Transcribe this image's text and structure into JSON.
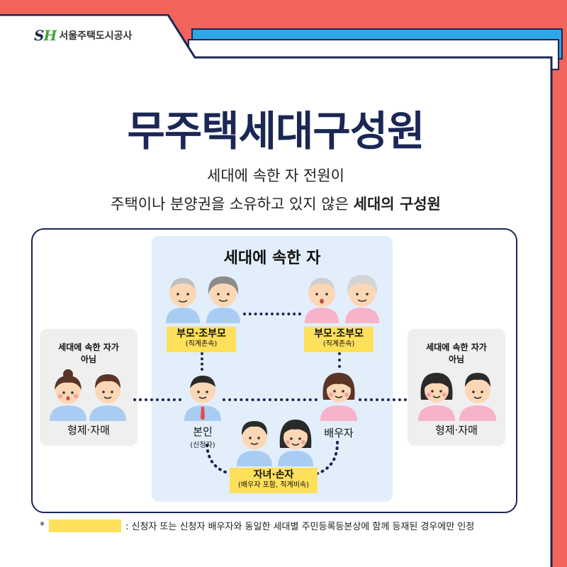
{
  "logo": {
    "mark_s": "S",
    "mark_h": "H",
    "text": "서울주택도시공사"
  },
  "title": "무주택세대구성원",
  "subtitle": {
    "line1": "세대에 속한 자 전원이",
    "line2_prefix": "주택이나 분양권을 소유하고 있지 않은 ",
    "line2_bold": "세대의 구성원"
  },
  "household": {
    "title": "세대에 속한 자"
  },
  "left_group": {
    "title_line1": "세대에 속한 자가",
    "title_line2": "아님",
    "label": "형제·자매"
  },
  "right_group": {
    "title_line1": "세대에 속한 자가",
    "title_line2": "아님",
    "label": "형제·자매"
  },
  "parents_left": {
    "label": "부모·조부모",
    "sub": "(직계존속)"
  },
  "parents_right": {
    "label": "부모·조부모",
    "sub": "(직계존속)"
  },
  "self": {
    "label": "본인",
    "sub": "(신청자)"
  },
  "spouse": {
    "label": "배우자"
  },
  "children": {
    "label": "자녀·손자",
    "sub": "(배우자 포함, 직계비속)"
  },
  "footnote": {
    "star": "*",
    "text": ": 신청자 또는 신청자 배우자와 동일한 세대별 주민등록등본상에 함께 등재된 경우에만 인정"
  },
  "colors": {
    "navy": "#1b2755",
    "highlight": "#ffe05a",
    "blue_shirt": "#a9cdf2",
    "pink_shirt": "#f6b3c9",
    "household_bg": "#e3eefb",
    "frame_red": "#f2645b",
    "frame_blue": "#2ea7e6"
  },
  "icons": {
    "figures": "person-avatar"
  }
}
